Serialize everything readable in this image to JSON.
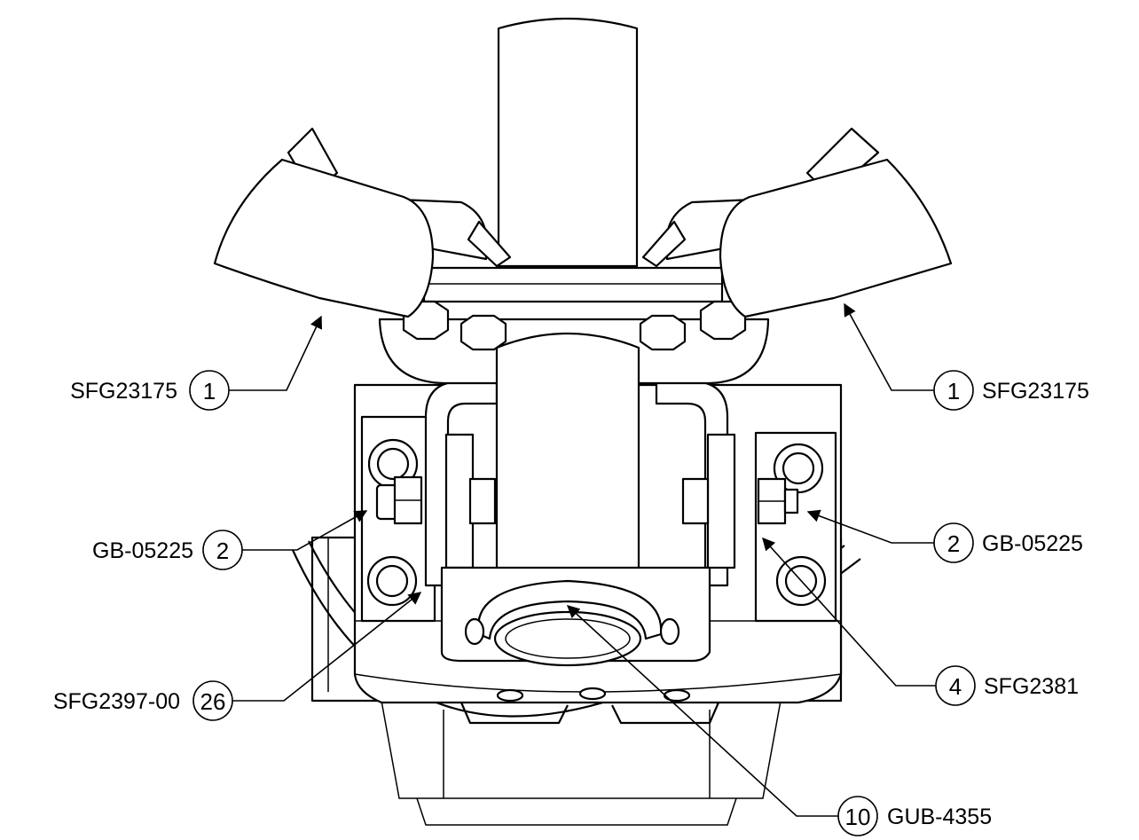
{
  "callouts": [
    {
      "item": "1",
      "part": "SFG23175"
    },
    {
      "item": "1",
      "part": "SFG23175"
    },
    {
      "item": "2",
      "part": "GB-05225"
    },
    {
      "item": "2",
      "part": "GB-05225"
    },
    {
      "item": "26",
      "part": "SFG2397-00"
    },
    {
      "item": "4",
      "part": "SFG2381"
    },
    {
      "item": "10",
      "part": "GUB-4355"
    }
  ]
}
